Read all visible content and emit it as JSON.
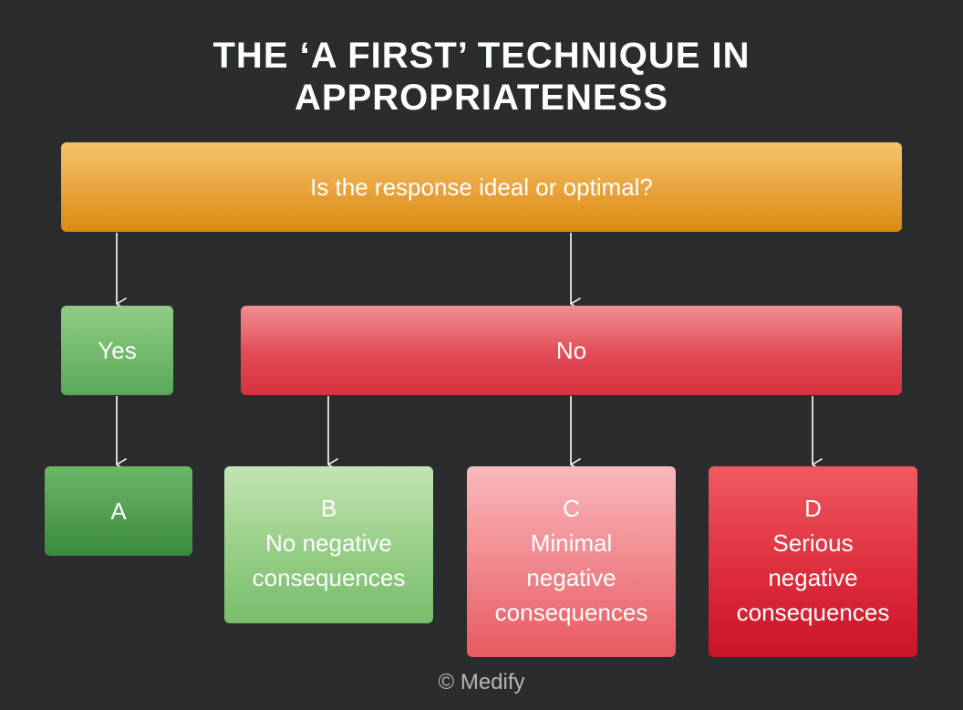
{
  "title": {
    "line1": "THE ‘A FIRST’ TECHNIQUE IN",
    "line2": "APPROPRIATENESS"
  },
  "question": "Is the response ideal or optimal?",
  "yes_label": "Yes",
  "no_label": "No",
  "outcomes": [
    {
      "letter": "A",
      "lines": []
    },
    {
      "letter": "B",
      "lines": [
        "No negative",
        "consequences"
      ]
    },
    {
      "letter": "C",
      "lines": [
        "Minimal",
        "negative",
        "consequences"
      ]
    },
    {
      "letter": "D",
      "lines": [
        "Serious",
        "negative",
        "consequences"
      ]
    }
  ],
  "footer": "© Medify",
  "colors": {
    "background": "#2b2c2e",
    "question_orange": "#e8a23a",
    "yes_green": "#5aa857",
    "no_red": "#e24a55",
    "a_green": "#3a8a3e",
    "b_light_green": "#95cd85",
    "c_pink": "#f0858a",
    "d_red": "#dd2e3c"
  }
}
